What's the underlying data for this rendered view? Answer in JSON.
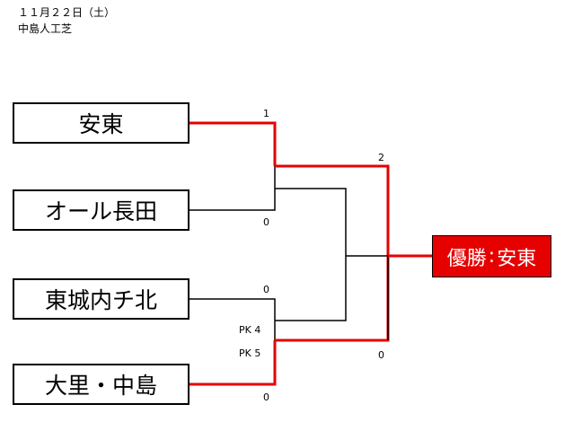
{
  "header": {
    "date": "１１月２２日（土）",
    "venue": "中島人工芝"
  },
  "teams": [
    "安東",
    "オール長田",
    "東城内チ北",
    "大里・中島"
  ],
  "semifinals": [
    {
      "top_score": "1",
      "bottom_score": "0",
      "winner": "安東"
    },
    {
      "top_score": "0",
      "bottom_score": "0",
      "top_pk": "PK 4",
      "bottom_pk": "PK 5",
      "winner": "大里・中島"
    }
  ],
  "final": {
    "top_score": "2",
    "bottom_score": "0",
    "winner_label": "優勝",
    "separator": ":",
    "winner": "安東"
  },
  "colors": {
    "winner_line": "#e60000",
    "loser_line": "#000000",
    "champion_bg": "#e60000",
    "champion_text": "#ffffff"
  }
}
